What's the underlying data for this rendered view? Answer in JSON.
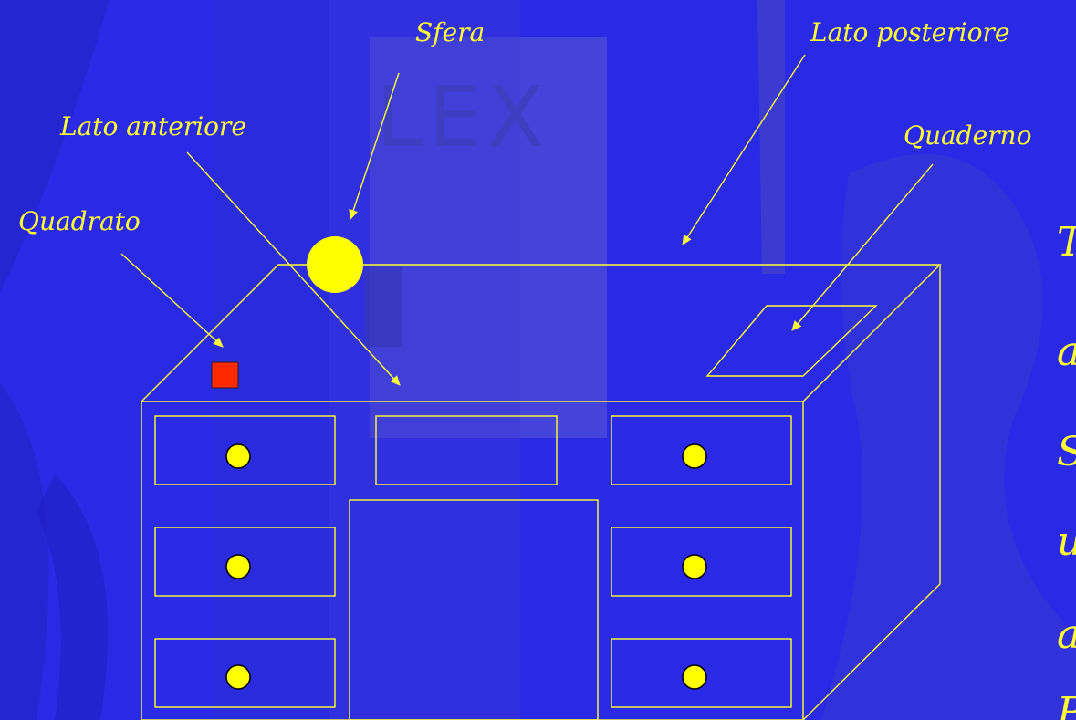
{
  "background_text": "LEX",
  "labels": {
    "sfera": "Sfera",
    "lato_posteriore": "Lato posteriore",
    "lato_anteriore": "Lato anteriore",
    "quaderno": "Quaderno",
    "quadrato": "Quadrato"
  },
  "side_text": [
    "T",
    "a",
    "S",
    "u",
    "a",
    "P"
  ],
  "colors": {
    "background": "#2a2ae6",
    "lines": "#ffff33",
    "sphere": "#ffff00",
    "square": "#ff2a00"
  }
}
